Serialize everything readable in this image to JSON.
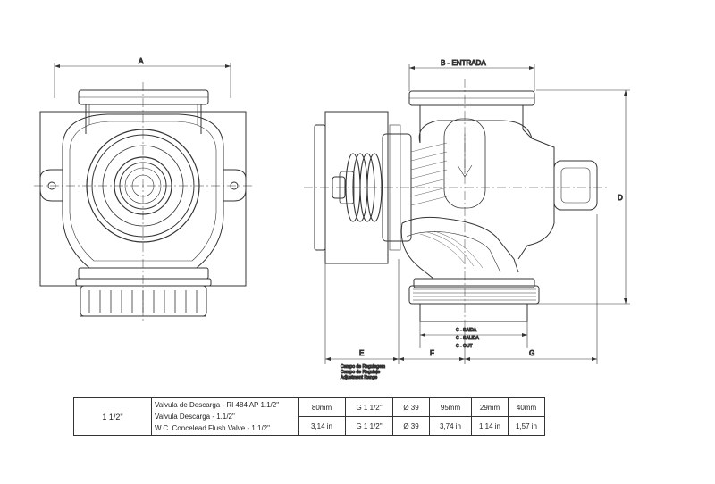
{
  "labels": {
    "A": "A",
    "B": "B  -  ENTRADA",
    "C_saida": "C  -  SAIDA",
    "C_salida": "C  -  SALIDA",
    "C_out": "C  -  OUT",
    "D": "D",
    "E": "E",
    "F": "F",
    "G": "G",
    "adj1": "Campo de Regulagem",
    "adj2": "Campo de Regulaje",
    "adj3": "Adjustment Range"
  },
  "table": {
    "size": "1 1/2\"",
    "descriptions": [
      "Valvula de Descarga - RI 484 AP 1.1/2\"",
      "Valvula Descarga - 1.1/2\"",
      "W.C. Concelead Flush Valve - 1.1/2\""
    ],
    "row1": [
      "80mm",
      "G 1 1/2\"",
      "Ø 39",
      "95mm",
      "29mm",
      "40mm"
    ],
    "row2": [
      "3,14 in",
      "G 1 1/2\"",
      "Ø 39",
      "3,74 in",
      "1,14 in",
      "1,57 in"
    ]
  }
}
